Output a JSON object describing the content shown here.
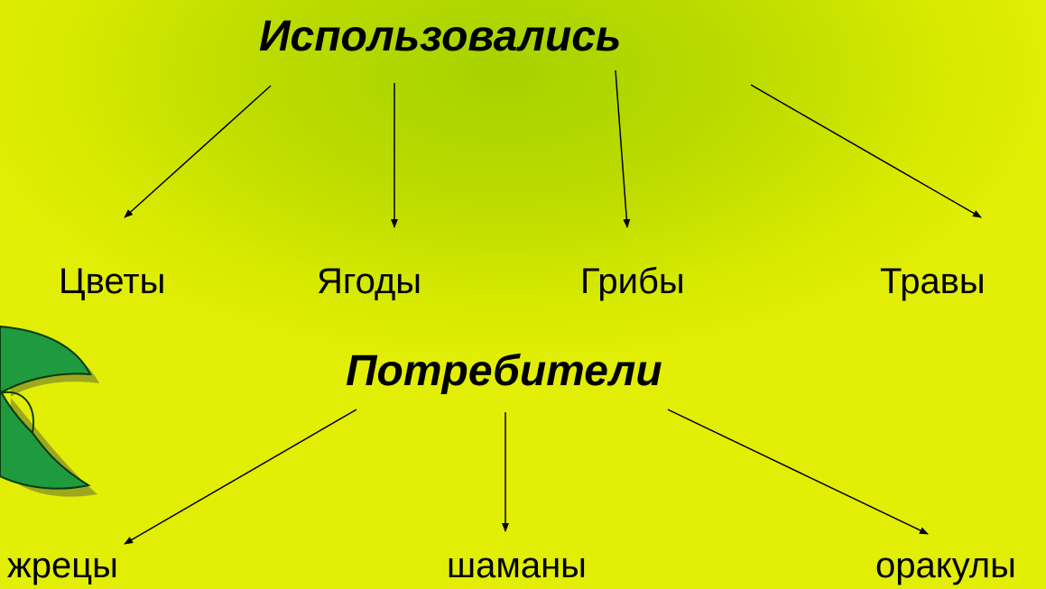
{
  "heading_used": "Использовались",
  "used_items": [
    "Цветы",
    "Ягоды",
    "Грибы",
    "Травы"
  ],
  "heading_consumers": "Потребители",
  "consumer_items": [
    "жрецы",
    "шаманы",
    "оракулы"
  ],
  "colors": {
    "background_center": "#a6d200",
    "background_edge": "#e2ee05",
    "leaf_fill": "#1f9a3e",
    "leaf_outline": "#0b3a10",
    "leaf_shadow": "#7f8a2a",
    "arrow": "#000000"
  },
  "decoration": "leaf"
}
